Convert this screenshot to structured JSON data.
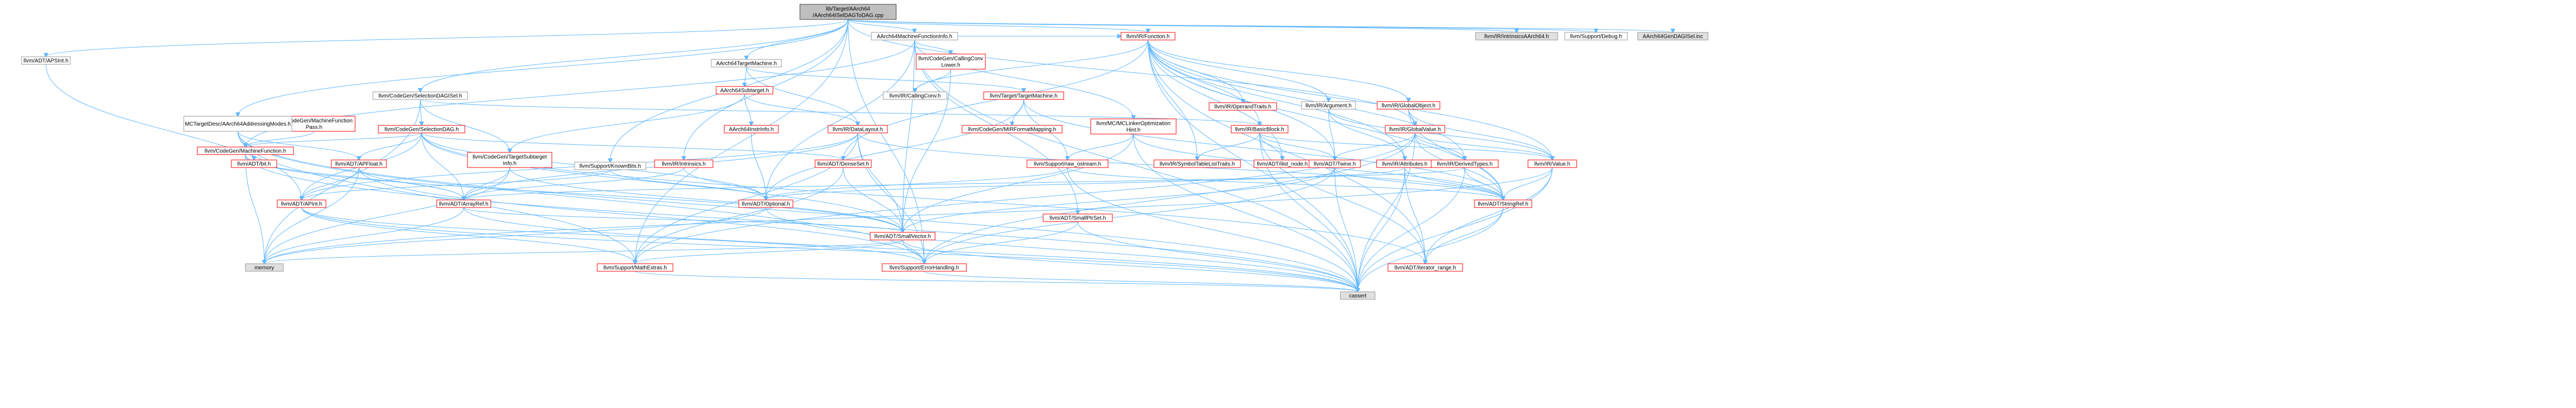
{
  "root": "lib/Target/AArch64/AArch64ISelDAGToDAG.cpp",
  "nodes": [
    {
      "id": "root",
      "label": [
        "lib/Target/AArch64",
        "/AArch64ISelDAGToDAG.cpp"
      ],
      "style": "root"
    },
    {
      "id": "apsint",
      "label": [
        "llvm/ADT/APSInt.h"
      ],
      "style": "plain"
    },
    {
      "id": "mfi",
      "label": [
        "AArch64MachineFunctionInfo.h"
      ],
      "style": "plain"
    },
    {
      "id": "intr_aarch64",
      "label": [
        "llvm/IR/IntrinsicsAArch64.h"
      ],
      "style": "gray"
    },
    {
      "id": "debug",
      "label": [
        "llvm/Support/Debug.h"
      ],
      "style": "plain"
    },
    {
      "id": "gendag",
      "label": [
        "AArch64GenDAGISel.inc"
      ],
      "style": "gray"
    },
    {
      "id": "tm",
      "label": [
        "AArch64TargetMachine.h"
      ],
      "style": "plain"
    },
    {
      "id": "ccl",
      "label": [
        "llvm/CodeGen/CallingConv",
        "Lower.h"
      ],
      "style": "red"
    },
    {
      "id": "function",
      "label": [
        "llvm/IR/Function.h"
      ],
      "style": "red"
    },
    {
      "id": "seldagisel",
      "label": [
        "llvm/CodeGen/SelectionDAGISel.h"
      ],
      "style": "plain"
    },
    {
      "id": "subtarget",
      "label": [
        "AArch64Subtarget.h"
      ],
      "style": "red"
    },
    {
      "id": "ttm",
      "label": [
        "llvm/Target/TargetMachine.h"
      ],
      "style": "red"
    },
    {
      "id": "callingconv",
      "label": [
        "llvm/IR/CallingConv.h"
      ],
      "style": "plain"
    },
    {
      "id": "argument",
      "label": [
        "llvm/IR/Argument.h"
      ],
      "style": "plain"
    },
    {
      "id": "optypes",
      "label": [
        "llvm/IR/OperandTraits.h"
      ],
      "style": "red"
    },
    {
      "id": "globalobj",
      "label": [
        "llvm/IR/GlobalObject.h"
      ],
      "style": "red"
    },
    {
      "id": "mfpass",
      "label": [
        "llvm/CodeGen/MachineFunction",
        "Pass.h"
      ],
      "style": "red"
    },
    {
      "id": "addrmodes",
      "label": [
        "MCTargetDesc/AArch64AddressingModes.h"
      ],
      "style": "plain"
    },
    {
      "id": "seldag",
      "label": [
        "llvm/CodeGen/SelectionDAG.h"
      ],
      "style": "red"
    },
    {
      "id": "instrinfo",
      "label": [
        "AArch64InstrInfo.h"
      ],
      "style": "red"
    },
    {
      "id": "datalayout",
      "label": [
        "llvm/IR/DataLayout.h"
      ],
      "style": "red"
    },
    {
      "id": "mirfmt",
      "label": [
        "llvm/CodeGen/MIRFormatMapping.h"
      ],
      "style": "red"
    },
    {
      "id": "mclohint",
      "label": [
        "llvm/MC/MCLinkerOptimization",
        "Hint.h"
      ],
      "style": "red"
    },
    {
      "id": "bb",
      "label": [
        "llvm/IR/BasicBlock.h"
      ],
      "style": "red"
    },
    {
      "id": "globalval",
      "label": [
        "llvm/IR/GlobalValue.h"
      ],
      "style": "red"
    },
    {
      "id": "mf",
      "label": [
        "llvm/CodeGen/MachineFunction.h"
      ],
      "style": "red"
    },
    {
      "id": "adt_bit",
      "label": [
        "llvm/ADT/bit.h"
      ],
      "style": "red"
    },
    {
      "id": "apfloat",
      "label": [
        "llvm/ADT/APFloat.h"
      ],
      "style": "red"
    },
    {
      "id": "tsi",
      "label": [
        "llvm/CodeGen/TargetSubtarget",
        "Info.h"
      ],
      "style": "red"
    },
    {
      "id": "knownbits",
      "label": [
        "llvm/Support/KnownBits.h"
      ],
      "style": "plain"
    },
    {
      "id": "intrinsics",
      "label": [
        "llvm/IR/Intrinsics.h"
      ],
      "style": "red"
    },
    {
      "id": "densemap",
      "label": [
        "llvm/ADT/DenseSet.h"
      ],
      "style": "red"
    },
    {
      "id": "rawostream",
      "label": [
        "llvm/Support/raw_ostream.h"
      ],
      "style": "red"
    },
    {
      "id": "symtab",
      "label": [
        "llvm/IR/SymbolTableListTraits.h"
      ],
      "style": "red"
    },
    {
      "id": "ilist",
      "label": [
        "llvm/ADT/ilist_node.h"
      ],
      "style": "red"
    },
    {
      "id": "twine",
      "label": [
        "llvm/ADT/Twine.h"
      ],
      "style": "red"
    },
    {
      "id": "attributes",
      "label": [
        "llvm/IR/Attributes.h"
      ],
      "style": "red"
    },
    {
      "id": "derived",
      "label": [
        "llvm/IR/DerivedTypes.h"
      ],
      "style": "red"
    },
    {
      "id": "value",
      "label": [
        "llvm/IR/Value.h"
      ],
      "style": "red"
    },
    {
      "id": "apint",
      "label": [
        "llvm/ADT/APInt.h"
      ],
      "style": "red"
    },
    {
      "id": "arrayref",
      "label": [
        "llvm/ADT/ArrayRef.h"
      ],
      "style": "red"
    },
    {
      "id": "optional",
      "label": [
        "llvm/ADT/Optional.h"
      ],
      "style": "red"
    },
    {
      "id": "smallptrset",
      "label": [
        "llvm/ADT/SmallPtrSet.h"
      ],
      "style": "red"
    },
    {
      "id": "stringref",
      "label": [
        "llvm/ADT/StringRef.h"
      ],
      "style": "red"
    },
    {
      "id": "smallvector",
      "label": [
        "llvm/ADT/SmallVector.h"
      ],
      "style": "red"
    },
    {
      "id": "memory",
      "label": [
        "memory"
      ],
      "style": "gray"
    },
    {
      "id": "mathextras",
      "label": [
        "llvm/Support/MathExtras.h"
      ],
      "style": "red"
    },
    {
      "id": "errorhandling",
      "label": [
        "llvm/Support/ErrorHandling.h"
      ],
      "style": "red"
    },
    {
      "id": "iterrange",
      "label": [
        "llvm/ADT/iterator_range.h"
      ],
      "style": "red"
    },
    {
      "id": "cassert",
      "label": [
        "cassert"
      ],
      "style": "gray"
    }
  ],
  "edges": [
    [
      "root",
      "apsint"
    ],
    [
      "root",
      "mfi"
    ],
    [
      "root",
      "intr_aarch64"
    ],
    [
      "root",
      "debug"
    ],
    [
      "root",
      "gendag"
    ],
    [
      "root",
      "tm"
    ],
    [
      "root",
      "function"
    ],
    [
      "root",
      "seldagisel"
    ],
    [
      "root",
      "addrmodes"
    ],
    [
      "root",
      "knownbits"
    ],
    [
      "root",
      "intrinsics"
    ],
    [
      "root",
      "errorhandling"
    ],
    [
      "root",
      "mathextras"
    ],
    [
      "root",
      "globalval"
    ],
    [
      "apsint",
      "apint"
    ],
    [
      "mfi",
      "ccl"
    ],
    [
      "mfi",
      "function"
    ],
    [
      "mfi",
      "mclohint"
    ],
    [
      "mfi",
      "optional"
    ],
    [
      "mfi",
      "smallptrset"
    ],
    [
      "mfi",
      "smallvector"
    ],
    [
      "mfi",
      "mf"
    ],
    [
      "mfi",
      "cassert"
    ],
    [
      "tm",
      "subtarget"
    ],
    [
      "tm",
      "ttm"
    ],
    [
      "tm",
      "datalayout"
    ],
    [
      "ccl",
      "callingconv"
    ],
    [
      "ccl",
      "smallvector"
    ],
    [
      "function",
      "argument"
    ],
    [
      "function",
      "optypes"
    ],
    [
      "function",
      "globalobj"
    ],
    [
      "function",
      "bb"
    ],
    [
      "function",
      "callingconv"
    ],
    [
      "function",
      "attributes"
    ],
    [
      "function",
      "derived"
    ],
    [
      "function",
      "value"
    ],
    [
      "function",
      "ilist"
    ],
    [
      "function",
      "twine"
    ],
    [
      "function",
      "symtab"
    ],
    [
      "function",
      "stringref"
    ],
    [
      "function",
      "cassert"
    ],
    [
      "function",
      "iterrange"
    ],
    [
      "function",
      "densemap"
    ],
    [
      "seldagisel",
      "seldag"
    ],
    [
      "seldagisel",
      "tsi"
    ],
    [
      "seldagisel",
      "memory"
    ],
    [
      "seldagisel",
      "bb"
    ],
    [
      "subtarget",
      "instrinfo"
    ],
    [
      "subtarget",
      "tsi"
    ],
    [
      "subtarget",
      "datalayout"
    ],
    [
      "ttm",
      "rawostream"
    ],
    [
      "ttm",
      "mirfmt"
    ],
    [
      "ttm",
      "stringref"
    ],
    [
      "ttm",
      "optional"
    ],
    [
      "argument",
      "twine"
    ],
    [
      "argument",
      "attributes"
    ],
    [
      "argument",
      "value"
    ],
    [
      "globalobj",
      "globalval"
    ],
    [
      "globalobj",
      "value"
    ],
    [
      "globalobj",
      "stringref"
    ],
    [
      "mfpass",
      "mf"
    ],
    [
      "addrmodes",
      "apfloat"
    ],
    [
      "addrmodes",
      "adt_bit"
    ],
    [
      "addrmodes",
      "mathextras"
    ],
    [
      "addrmodes",
      "errorhandling"
    ],
    [
      "addrmodes",
      "cassert"
    ],
    [
      "seldag",
      "apint"
    ],
    [
      "seldag",
      "arrayref"
    ],
    [
      "seldag",
      "densemap"
    ],
    [
      "seldag",
      "optional"
    ],
    [
      "seldag",
      "smallvector"
    ],
    [
      "seldag",
      "mf"
    ],
    [
      "seldag",
      "apfloat"
    ],
    [
      "seldag",
      "iterrange"
    ],
    [
      "instrinfo",
      "optional"
    ],
    [
      "datalayout",
      "apint"
    ],
    [
      "datalayout",
      "arrayref"
    ],
    [
      "datalayout",
      "smallvector"
    ],
    [
      "datalayout",
      "stringref"
    ],
    [
      "datalayout",
      "mathextras"
    ],
    [
      "datalayout",
      "errorhandling"
    ],
    [
      "mclohint",
      "rawostream"
    ],
    [
      "mclohint",
      "smallvector"
    ],
    [
      "mclohint",
      "stringref"
    ],
    [
      "mclohint",
      "cassert"
    ],
    [
      "bb",
      "ilist"
    ],
    [
      "bb",
      "twine"
    ],
    [
      "bb",
      "symtab"
    ],
    [
      "bb",
      "value"
    ],
    [
      "bb",
      "iterrange"
    ],
    [
      "bb",
      "cassert"
    ],
    [
      "globalval",
      "twine"
    ],
    [
      "globalval",
      "derived"
    ],
    [
      "globalval",
      "value"
    ],
    [
      "globalval",
      "stringref"
    ],
    [
      "globalval",
      "mathextras"
    ],
    [
      "globalval",
      "errorhandling"
    ],
    [
      "globalval",
      "cassert"
    ],
    [
      "mf",
      "arrayref"
    ],
    [
      "mf",
      "smallvector"
    ],
    [
      "mf",
      "memory"
    ],
    [
      "mf",
      "cassert"
    ],
    [
      "apfloat",
      "apint"
    ],
    [
      "apfloat",
      "arrayref"
    ],
    [
      "apfloat",
      "errorhandling"
    ],
    [
      "apfloat",
      "memory"
    ],
    [
      "tsi",
      "arrayref"
    ],
    [
      "tsi",
      "smallvector"
    ],
    [
      "tsi",
      "memory"
    ],
    [
      "knownbits",
      "apint"
    ],
    [
      "knownbits",
      "optional"
    ],
    [
      "intrinsics",
      "arrayref"
    ],
    [
      "intrinsics",
      "optional"
    ],
    [
      "densemap",
      "smallvector"
    ],
    [
      "densemap",
      "mathextras"
    ],
    [
      "rawostream",
      "stringref"
    ],
    [
      "rawostream",
      "cassert"
    ],
    [
      "rawostream",
      "optional"
    ],
    [
      "twine",
      "smallvector"
    ],
    [
      "twine",
      "stringref"
    ],
    [
      "twine",
      "errorhandling"
    ],
    [
      "twine",
      "cassert"
    ],
    [
      "attributes",
      "stringref"
    ],
    [
      "attributes",
      "optional"
    ],
    [
      "attributes",
      "iterrange"
    ],
    [
      "attributes",
      "cassert"
    ],
    [
      "derived",
      "arrayref"
    ],
    [
      "derived",
      "stringref"
    ],
    [
      "derived",
      "cassert"
    ],
    [
      "value",
      "stringref"
    ],
    [
      "value",
      "iterrange"
    ],
    [
      "value",
      "cassert"
    ],
    [
      "value",
      "memory"
    ],
    [
      "apint",
      "errorhandling"
    ],
    [
      "apint",
      "mathextras"
    ],
    [
      "apint",
      "cassert"
    ],
    [
      "arrayref",
      "smallvector"
    ],
    [
      "arrayref",
      "memory"
    ],
    [
      "arrayref",
      "cassert"
    ],
    [
      "optional",
      "cassert"
    ],
    [
      "optional",
      "memory"
    ],
    [
      "smallptrset",
      "cassert"
    ],
    [
      "smallptrset",
      "errorhandling"
    ],
    [
      "stringref",
      "iterrange"
    ],
    [
      "stringref",
      "cassert"
    ],
    [
      "smallvector",
      "memory"
    ],
    [
      "smallvector",
      "errorhandling"
    ],
    [
      "smallvector",
      "mathextras"
    ],
    [
      "smallvector",
      "cassert"
    ],
    [
      "mathextras",
      "cassert"
    ],
    [
      "errorhandling",
      "cassert"
    ]
  ]
}
